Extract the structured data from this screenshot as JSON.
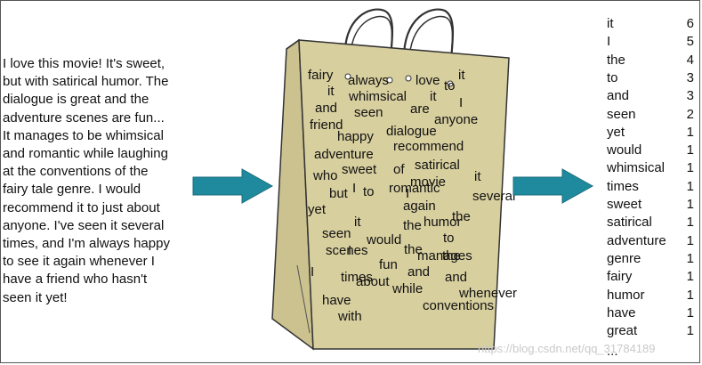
{
  "review_lines": [
    "I love this movie! It's sweet,",
    "but with satirical humor. The",
    "dialogue is great and the",
    "adventure scenes are fun...",
    "It manages to be whimsical",
    "and romantic while laughing",
    "at the conventions of the",
    "fairy tale genre. I would",
    "recommend it to just about",
    "anyone. I've seen it several",
    "times, and I'm always happy",
    "to see it again whenever I",
    "have a friend who hasn't",
    "seen it yet!"
  ],
  "bag_words": [
    "fairy",
    "always",
    "love",
    "to",
    "it",
    "it",
    "whimsical",
    "it",
    "I",
    "and",
    "seen",
    "are",
    "anyone",
    "friend",
    "happy",
    "dialogue",
    "recommend",
    "adventure",
    "who",
    "sweet",
    "of",
    "satirical",
    "it",
    "movie",
    "I",
    "but",
    "to",
    "romantic",
    "I",
    "several",
    "yet",
    "again",
    "it",
    "the",
    "humor",
    "the",
    "seen",
    "would",
    "to",
    "scenes",
    "I",
    "the",
    "manages",
    "the",
    "fun",
    "I",
    "times",
    "and",
    "and",
    "about",
    "while",
    "whenever",
    "have",
    "conventions",
    "with"
  ],
  "counts": [
    {
      "word": "it",
      "count": "6"
    },
    {
      "word": "I",
      "count": "5"
    },
    {
      "word": "the",
      "count": "4"
    },
    {
      "word": "to",
      "count": "3"
    },
    {
      "word": "and",
      "count": "3"
    },
    {
      "word": "seen",
      "count": "2"
    },
    {
      "word": "yet",
      "count": "1"
    },
    {
      "word": "would",
      "count": "1"
    },
    {
      "word": "whimsical",
      "count": "1"
    },
    {
      "word": "times",
      "count": "1"
    },
    {
      "word": "sweet",
      "count": "1"
    },
    {
      "word": "satirical",
      "count": "1"
    },
    {
      "word": "adventure",
      "count": "1"
    },
    {
      "word": "genre",
      "count": "1"
    },
    {
      "word": "fairy",
      "count": "1"
    },
    {
      "word": "humor",
      "count": "1"
    },
    {
      "word": "have",
      "count": "1"
    },
    {
      "word": "great",
      "count": "1"
    }
  ],
  "ellipsis": "...",
  "watermark": "https://blog.csdn.net/qq_31784189",
  "colors": {
    "arrow": "#1f8a9d",
    "bag_fill": "#d8cf9f",
    "bag_side": "#cbc28f",
    "bag_stroke": "#333333"
  }
}
